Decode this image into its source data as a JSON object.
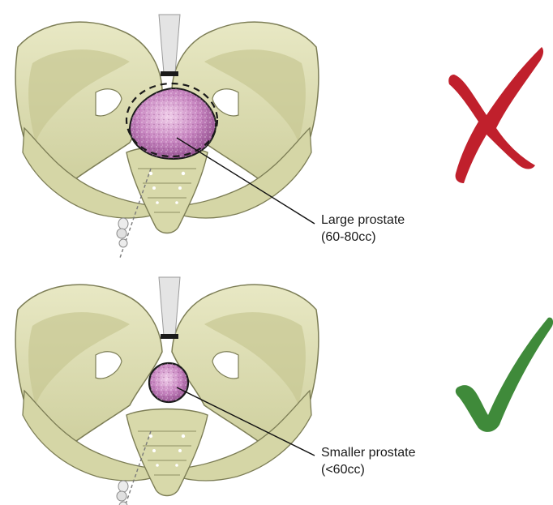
{
  "panels": [
    {
      "id": "large",
      "label_line1": "Large prostate",
      "label_line2": "(60-80cc)",
      "verdict": "not-suitable",
      "verdict_icon": "cross-mark-icon"
    },
    {
      "id": "small",
      "label_line1": "Smaller prostate",
      "label_line2": "(<60cc)",
      "verdict": "suitable",
      "verdict_icon": "check-mark-icon"
    }
  ],
  "colors": {
    "bone_fill": "#dfdfb4",
    "bone_shadow": "#a9aa7a",
    "bone_outline": "#7c7d55",
    "prostate_fill": "#c07ab9",
    "prostate_light": "#e6bde1",
    "cross_red": "#c0202c",
    "check_green": "#3f8a3a",
    "leader_line": "#111111"
  }
}
